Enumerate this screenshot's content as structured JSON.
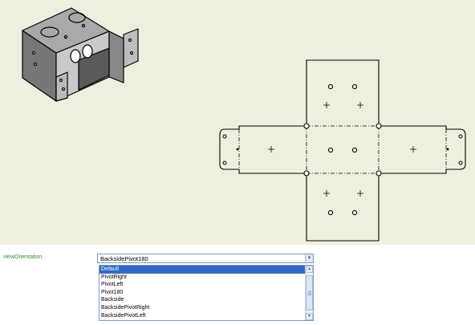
{
  "property": {
    "label": "viewOrientation",
    "value": "BacksidePivot180"
  },
  "dropdown": {
    "options": [
      {
        "label": "Default",
        "selected": true
      },
      {
        "label": "PivotRight",
        "selected": false
      },
      {
        "label": "PivotLeft",
        "selected": false
      },
      {
        "label": "Pivot180",
        "selected": false
      },
      {
        "label": "Backside",
        "selected": false
      },
      {
        "label": "BacksidePivotRight",
        "selected": false
      },
      {
        "label": "BacksidePivotLeft",
        "selected": false
      }
    ]
  },
  "icons": {
    "combo_arrow": "chevron-down-icon",
    "scroll_up": "chevron-up-icon",
    "scroll_down": "chevron-down-icon"
  },
  "colors": {
    "viewport_bg": "#efefdf",
    "selection": "#316ac5",
    "label_green": "#3a8a3a"
  }
}
